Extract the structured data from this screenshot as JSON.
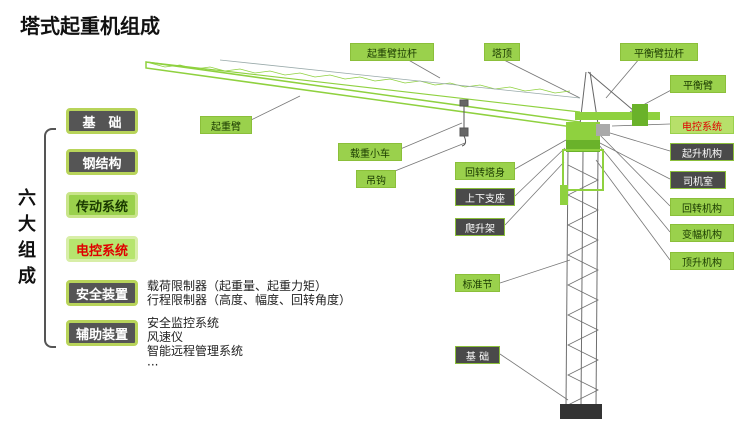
{
  "title": "塔式起重机组成",
  "vertical_label": [
    "六",
    "大",
    "组",
    "成"
  ],
  "categories": [
    {
      "label": "基　础"
    },
    {
      "label": "钢结构"
    },
    {
      "label": "传动系统"
    },
    {
      "label": "电控系统"
    },
    {
      "label": "安全装置"
    },
    {
      "label": "辅助装置"
    }
  ],
  "safety_desc": [
    "载荷限制器（起重量、起重力矩）",
    "行程限制器（高度、幅度、回转角度）"
  ],
  "aux_desc": [
    "安全监控系统",
    "风速仪",
    "智能远程管理系统",
    "···"
  ],
  "parts": {
    "jib_tie": "起重臂拉杆",
    "tower_top": "塔顶",
    "counter_jib_tie": "平衡臂拉杆",
    "counter_jib": "平衡臂",
    "jib": "起重臂",
    "trolley": "载重小车",
    "hook": "吊钩",
    "slewing_tower": "回转塔身",
    "support": "上下支座",
    "climbing_frame": "爬升架",
    "mast_section": "标准节",
    "foundation": "基 础",
    "electrical": "电控系统",
    "hoist": "起升机构",
    "cab": "司机室",
    "slewing_mech": "回转机构",
    "luffing": "变幅机构",
    "jacking": "顶升机构"
  },
  "colors": {
    "crane_green": "#8fd13f",
    "tag_dark": "#4a4a4a",
    "red_text": "#e00000"
  }
}
